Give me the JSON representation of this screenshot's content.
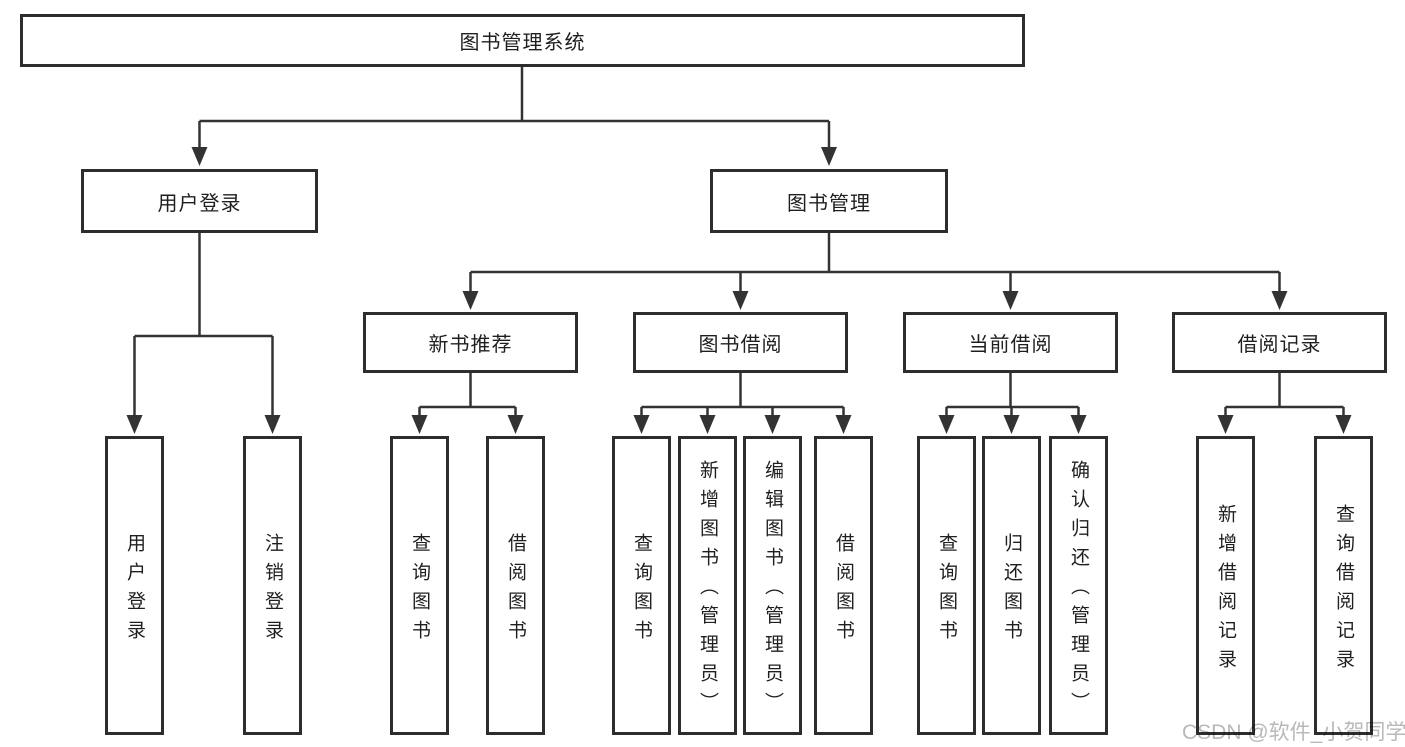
{
  "tree": {
    "label": "图书管理系统",
    "children": [
      {
        "label": "用户登录",
        "children": [
          {
            "label": "用户登录"
          },
          {
            "label": "注销登录"
          }
        ]
      },
      {
        "label": "图书管理",
        "children": [
          {
            "label": "新书推荐",
            "children": [
              {
                "label": "查询图书"
              },
              {
                "label": "借阅图书"
              }
            ]
          },
          {
            "label": "图书借阅",
            "children": [
              {
                "label": "查询图书"
              },
              {
                "label": "新增图书（管理员）"
              },
              {
                "label": "编辑图书（管理员）"
              },
              {
                "label": "借阅图书"
              }
            ]
          },
          {
            "label": "当前借阅",
            "children": [
              {
                "label": "查询图书"
              },
              {
                "label": "归还图书"
              },
              {
                "label": "确认归还（管理员）"
              }
            ]
          },
          {
            "label": "借阅记录",
            "children": [
              {
                "label": "新增借阅记录"
              },
              {
                "label": "查询借阅记录"
              }
            ]
          }
        ]
      }
    ]
  },
  "watermark": {
    "text": "CSDN @软件_小贺同学"
  },
  "colors": {
    "line": "#333333",
    "box_border": "#2d2d2d",
    "text": "#1f1f1f",
    "watermark": "#b9b9b9",
    "background": "#ffffff"
  }
}
